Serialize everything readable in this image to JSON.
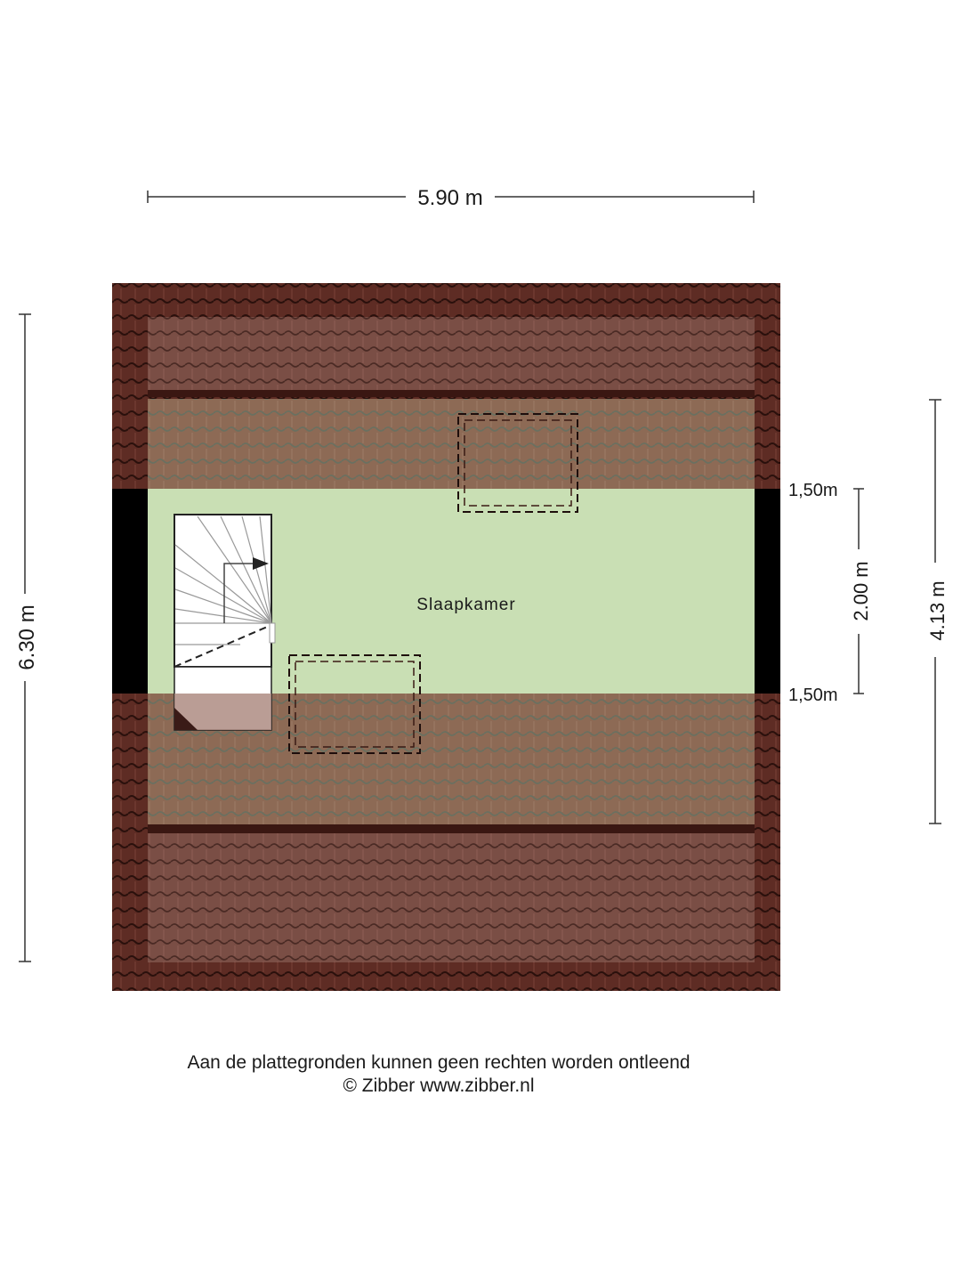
{
  "floorplan": {
    "room_label": "Slaapkamer",
    "dimensions": {
      "overall_width": "5.90 m",
      "overall_depth": "6.30 m",
      "inner_depth": "4.13 m",
      "full_height_zone": "2.00 m",
      "top_knee_offset": "1,50m",
      "bottom_knee_offset": "1,50m"
    },
    "colors": {
      "roof_tiles": "#5e2c24",
      "roof_frame": "#3f1c17",
      "knee_zone": "#8f6d55",
      "room_floor": "#c9dfb4",
      "side_wall": "#000000",
      "stair": "#ffffff"
    }
  },
  "footer": {
    "disclaimer": "Aan de plattegronden kunnen geen rechten worden ontleend",
    "copyright": "© Zibber www.zibber.nl"
  }
}
